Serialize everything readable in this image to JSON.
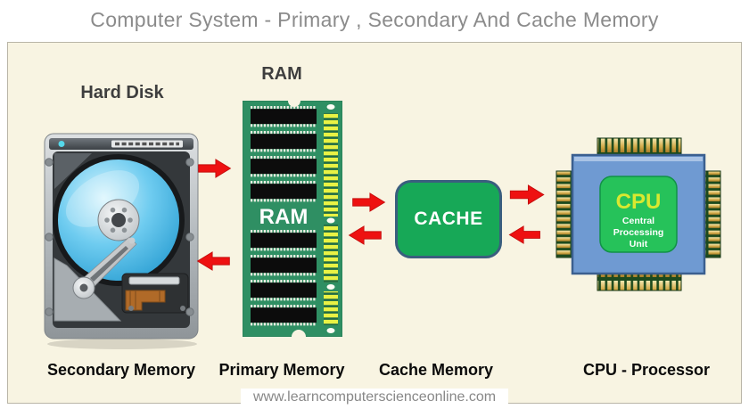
{
  "title": "Computer System - Primary , Secondary And Cache Memory",
  "components": {
    "hard_disk": {
      "heading": "Hard Disk",
      "caption": "Secondary Memory"
    },
    "ram": {
      "heading": "RAM",
      "chip_text": "RAM",
      "caption": "Primary Memory"
    },
    "cache": {
      "box_text": "CACHE",
      "caption": "Cache Memory"
    },
    "cpu": {
      "chip_text": "CPU",
      "sub_lines": [
        "Central",
        "Processing",
        "Unit"
      ],
      "caption": "CPU - Processor"
    }
  },
  "flow_arrows": [
    "hard-disk-to-ram",
    "ram-to-hard-disk",
    "ram-to-cache",
    "cache-to-ram",
    "cache-to-cpu",
    "cpu-to-cache"
  ],
  "footer": {
    "url": "www.learncomputerscienceonline.com"
  },
  "colors": {
    "panel_bg": "#f8f4e2",
    "arrow_red": "#ee1111",
    "cache_green": "#17a857",
    "cpu_blue": "#6f9ad2",
    "ram_pcb_green": "#2f8f63",
    "connector_yellow": "#e9f244",
    "title_gray": "#8b8b8b"
  }
}
